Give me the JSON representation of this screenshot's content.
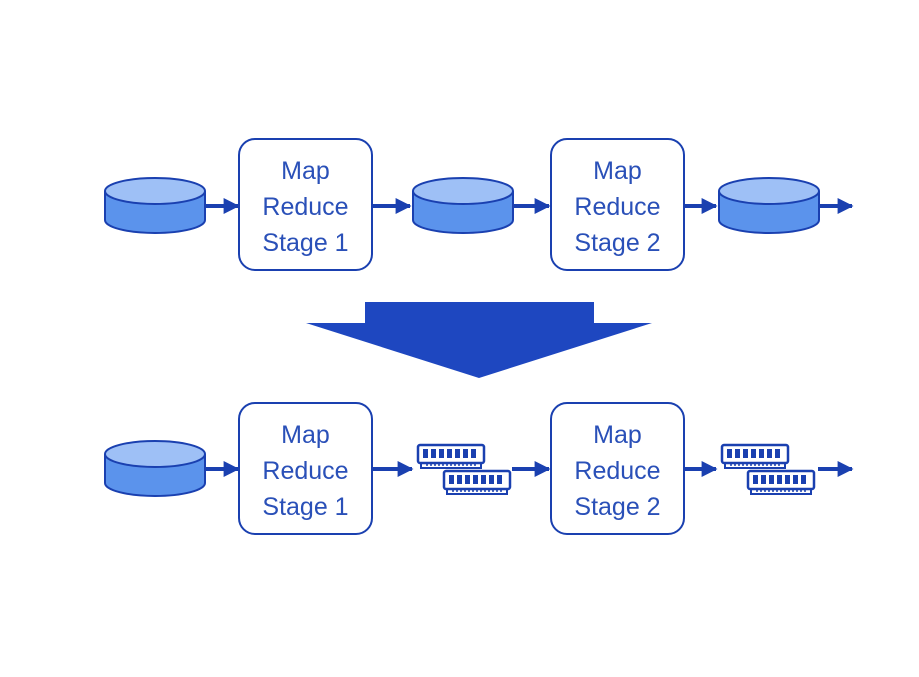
{
  "colors": {
    "stroke": "#1a40b0",
    "box_text": "#2a50b8",
    "disk_fill": "#5b93ec",
    "disk_top": "#9ec0f6",
    "big_arrow": "#1e47c0"
  },
  "icons": {
    "disk": "database-icon",
    "memory": "ram-module-icon"
  },
  "top_row": {
    "stage1": {
      "line1": "Map",
      "line2": "Reduce",
      "line3": "Stage 1"
    },
    "stage2": {
      "line1": "Map",
      "line2": "Reduce",
      "line3": "Stage 2"
    }
  },
  "bottom_row": {
    "stage1": {
      "line1": "Map",
      "line2": "Reduce",
      "line3": "Stage 1"
    },
    "stage2": {
      "line1": "Map",
      "line2": "Reduce",
      "line3": "Stage 2"
    }
  }
}
